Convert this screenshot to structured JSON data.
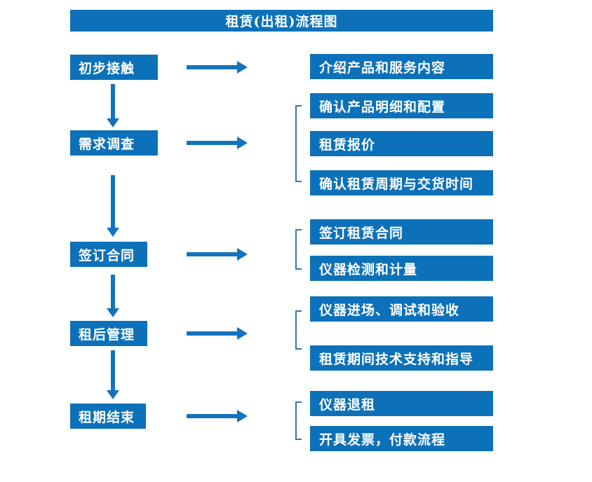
{
  "title": "租赁(出租)流程图",
  "colors": {
    "box_fill": "#0d71b9",
    "arrow": "#1373bd",
    "bracket": "#2f76bc",
    "box_text": "#ffffff",
    "background": "#ffffff"
  },
  "groups": [
    {
      "step": "初步接触",
      "details": [
        "介绍产品和服务内容"
      ]
    },
    {
      "step": "需求调查",
      "details": [
        "确认产品明细和配置",
        "租赁报价",
        "确认租赁周期与交货时间"
      ]
    },
    {
      "step": "签订合同",
      "details": [
        "签订租赁合同",
        "仪器检测和计量"
      ]
    },
    {
      "step": "租后管理",
      "details": [
        "仪器进场、调试和验收",
        "租赁期间技术支持和指导"
      ]
    },
    {
      "step": "租期结束",
      "details": [
        "仪器退租",
        "开具发票，付款流程"
      ]
    }
  ]
}
